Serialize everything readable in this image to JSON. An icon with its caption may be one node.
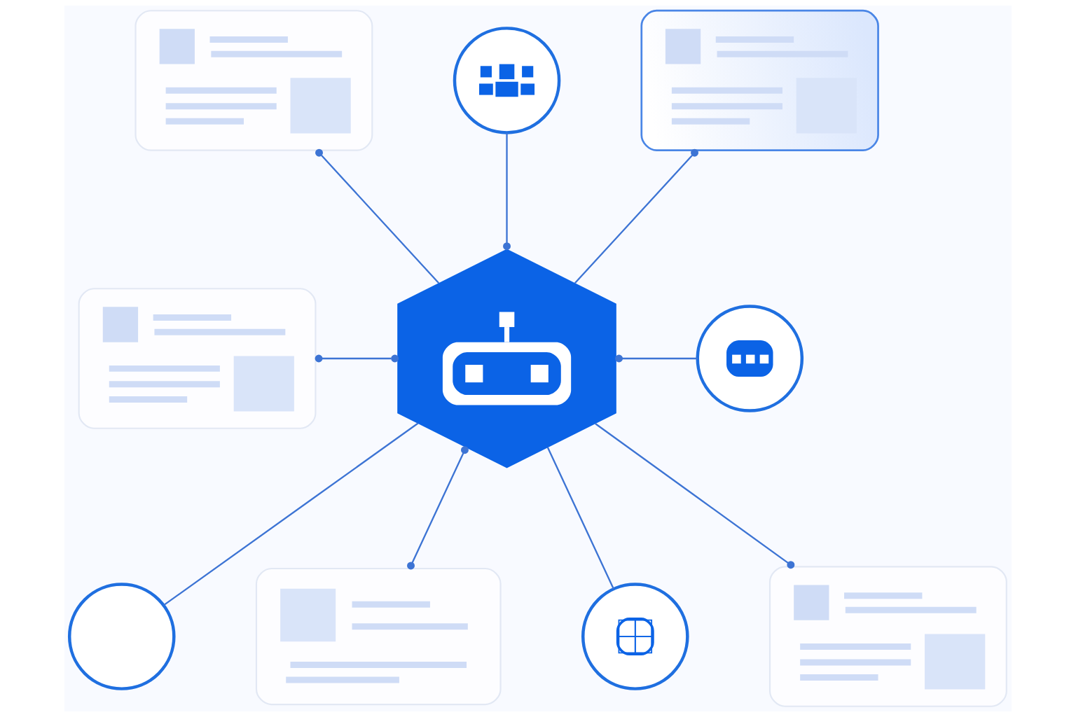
{
  "diagram": {
    "nodes": [
      {
        "text": [],
        "shape": "box"
      },
      {
        "text": [],
        "shape": "circle"
      },
      {
        "text": [],
        "shape": "box"
      },
      {
        "text": [],
        "shape": "box"
      },
      {
        "text": [],
        "shape": "hexagon"
      },
      {
        "text": [],
        "shape": "circle"
      },
      {
        "text": [],
        "shape": "box"
      },
      {
        "text": [],
        "shape": "circle"
      },
      {
        "text": [],
        "shape": "box"
      },
      {
        "text": [],
        "shape": "circle"
      }
    ],
    "edges": [
      {
        "from": 0,
        "to": 4,
        "arrow": "other"
      },
      {
        "from": 1,
        "to": 4,
        "arrow": "other"
      },
      {
        "from": 2,
        "to": 4,
        "arrow": "other"
      },
      {
        "from": 3,
        "to": 4,
        "arrow": "other"
      },
      {
        "from": 4,
        "to": 5,
        "arrow": "other"
      },
      {
        "from": 4,
        "to": 7,
        "arrow": "none"
      },
      {
        "from": 4,
        "to": 8,
        "arrow": "other"
      },
      {
        "from": 4,
        "to": 9,
        "arrow": "none"
      },
      {
        "from": 4,
        "to": 6,
        "arrow": "other"
      }
    ]
  }
}
